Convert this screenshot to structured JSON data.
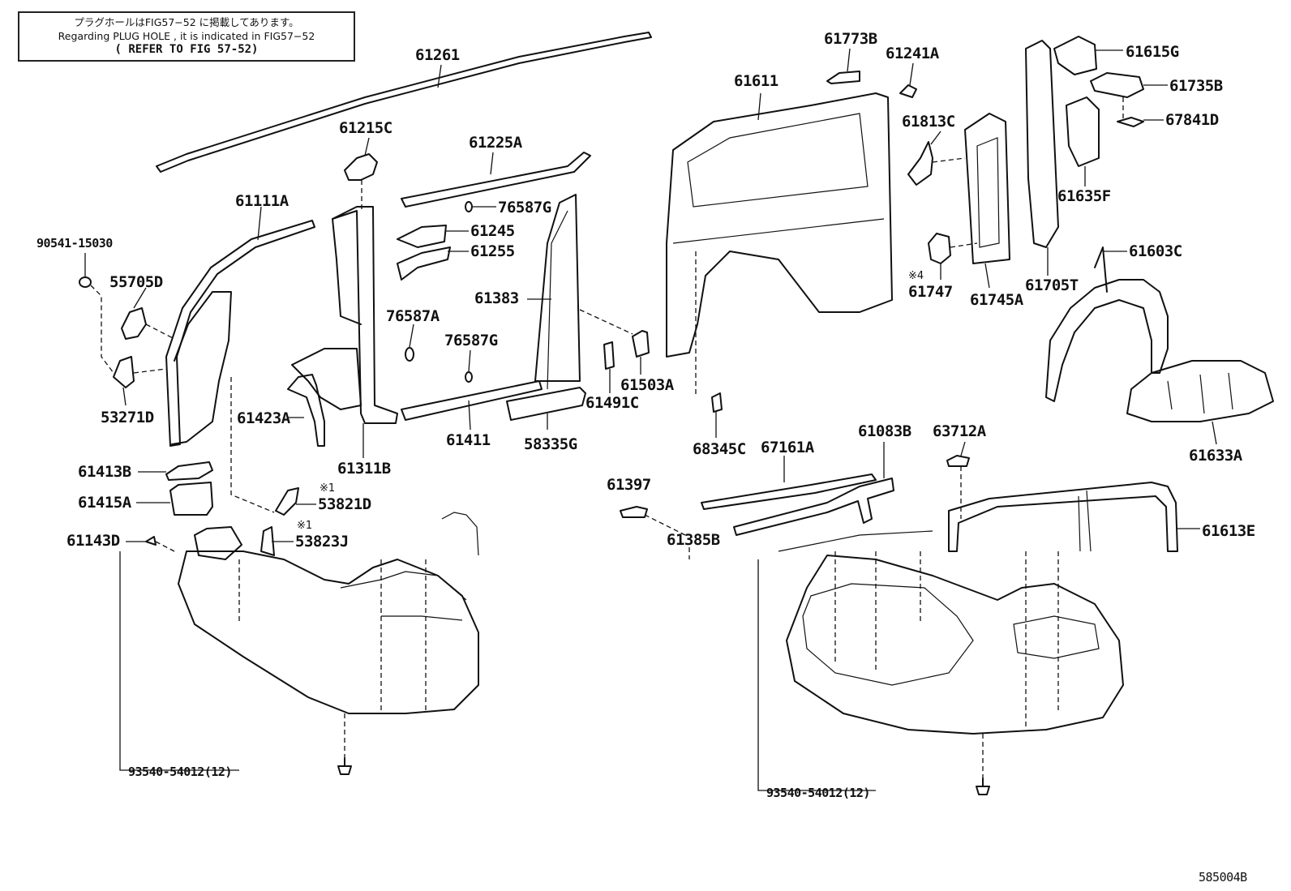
{
  "note": {
    "line1": "プラグホールはFIG57−52 に掲載してあります。",
    "line2": "Regarding PLUG HOLE , it is indicated in FIG57−52",
    "line3": "( REFER TO FIG 57-52)"
  },
  "labels": {
    "p61261": "61261",
    "p61215C": "61215C",
    "p61225A": "61225A",
    "p61111A": "61111A",
    "p90541": "90541-15030",
    "p55705D": "55705D",
    "p76587G_a": "76587G",
    "p61245": "61245",
    "p61255": "61255",
    "p61383": "61383",
    "p76587A": "76587A",
    "p76587G_b": "76587G",
    "p53271D": "53271D",
    "p61423A": "61423A",
    "p61411": "61411",
    "p61311B": "61311B",
    "p58335G": "58335G",
    "p61413B": "61413B",
    "p61415A": "61415A",
    "p53821D": "53821D",
    "p53823J": "53823J",
    "p61143D": "61143D",
    "p93540_a": "93540-54012(12)",
    "p61611": "61611",
    "p61773B": "61773B",
    "p61241A": "61241A",
    "p61813C": "61813C",
    "p61747": "61747",
    "p61745A": "61745A",
    "p61705T": "61705T",
    "p61615G": "61615G",
    "p61735B": "61735B",
    "p67841D": "67841D",
    "p61635F": "61635F",
    "p61603C": "61603C",
    "p61633A": "61633A",
    "p61503A": "61503A",
    "p61491C": "61491C",
    "p68345C": "68345C",
    "p67161A": "67161A",
    "p61083B": "61083B",
    "p63712A": "63712A",
    "p61397": "61397",
    "p61385B": "61385B",
    "p61613E": "61613E",
    "p93540_b": "93540-54012(12)",
    "figure_id": "585004B"
  },
  "marks": {
    "star1": "※1",
    "star1b": "※1",
    "star4": "※4"
  }
}
